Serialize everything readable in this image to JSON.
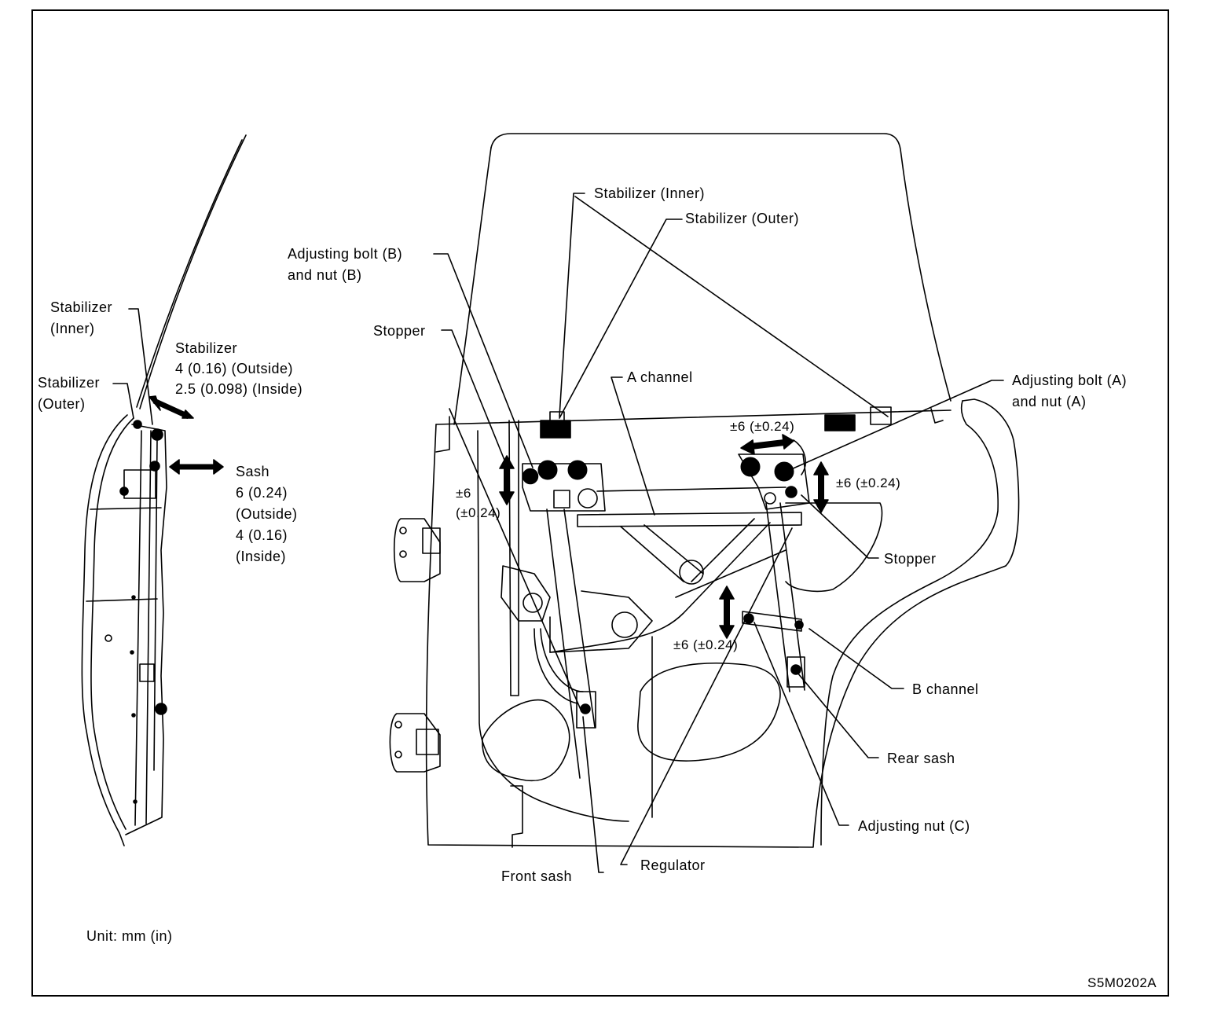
{
  "left_view": {
    "stabilizer_inner": [
      "Stabilizer",
      "(Inner)"
    ],
    "stabilizer_outer": [
      "Stabilizer",
      "(Outer)"
    ],
    "stabilizer_spec": [
      "Stabilizer",
      "4 (0.16) (Outside)",
      "2.5 (0.098) (Inside)"
    ],
    "sash_spec": [
      "Sash",
      "6 (0.24)",
      "(Outside)",
      "4 (0.16)",
      "(Inside)"
    ]
  },
  "main_view": {
    "stabilizer_inner": "Stabilizer (Inner)",
    "stabilizer_outer": "Stabilizer (Outer)",
    "adjusting_bolt_b": [
      "Adjusting bolt (B)",
      "and nut (B)"
    ],
    "stopper_left": "Stopper",
    "a_channel": "A channel",
    "adjusting_bolt_a": [
      "Adjusting bolt (A)",
      "and nut (A)"
    ],
    "tol_top_right": "±6 (±0.24)",
    "tol_right": "±6 (±0.24)",
    "tol_left": [
      "±6",
      "(±0.24)"
    ],
    "tol_bottom": "±6 (±0.24)",
    "stopper_right": "Stopper",
    "b_channel": "B channel",
    "rear_sash": "Rear sash",
    "adjusting_nut_c": "Adjusting nut (C)",
    "front_sash": "Front sash",
    "regulator": "Regulator"
  },
  "unit": "Unit: mm (in)",
  "figure_code": "S5M0202A"
}
